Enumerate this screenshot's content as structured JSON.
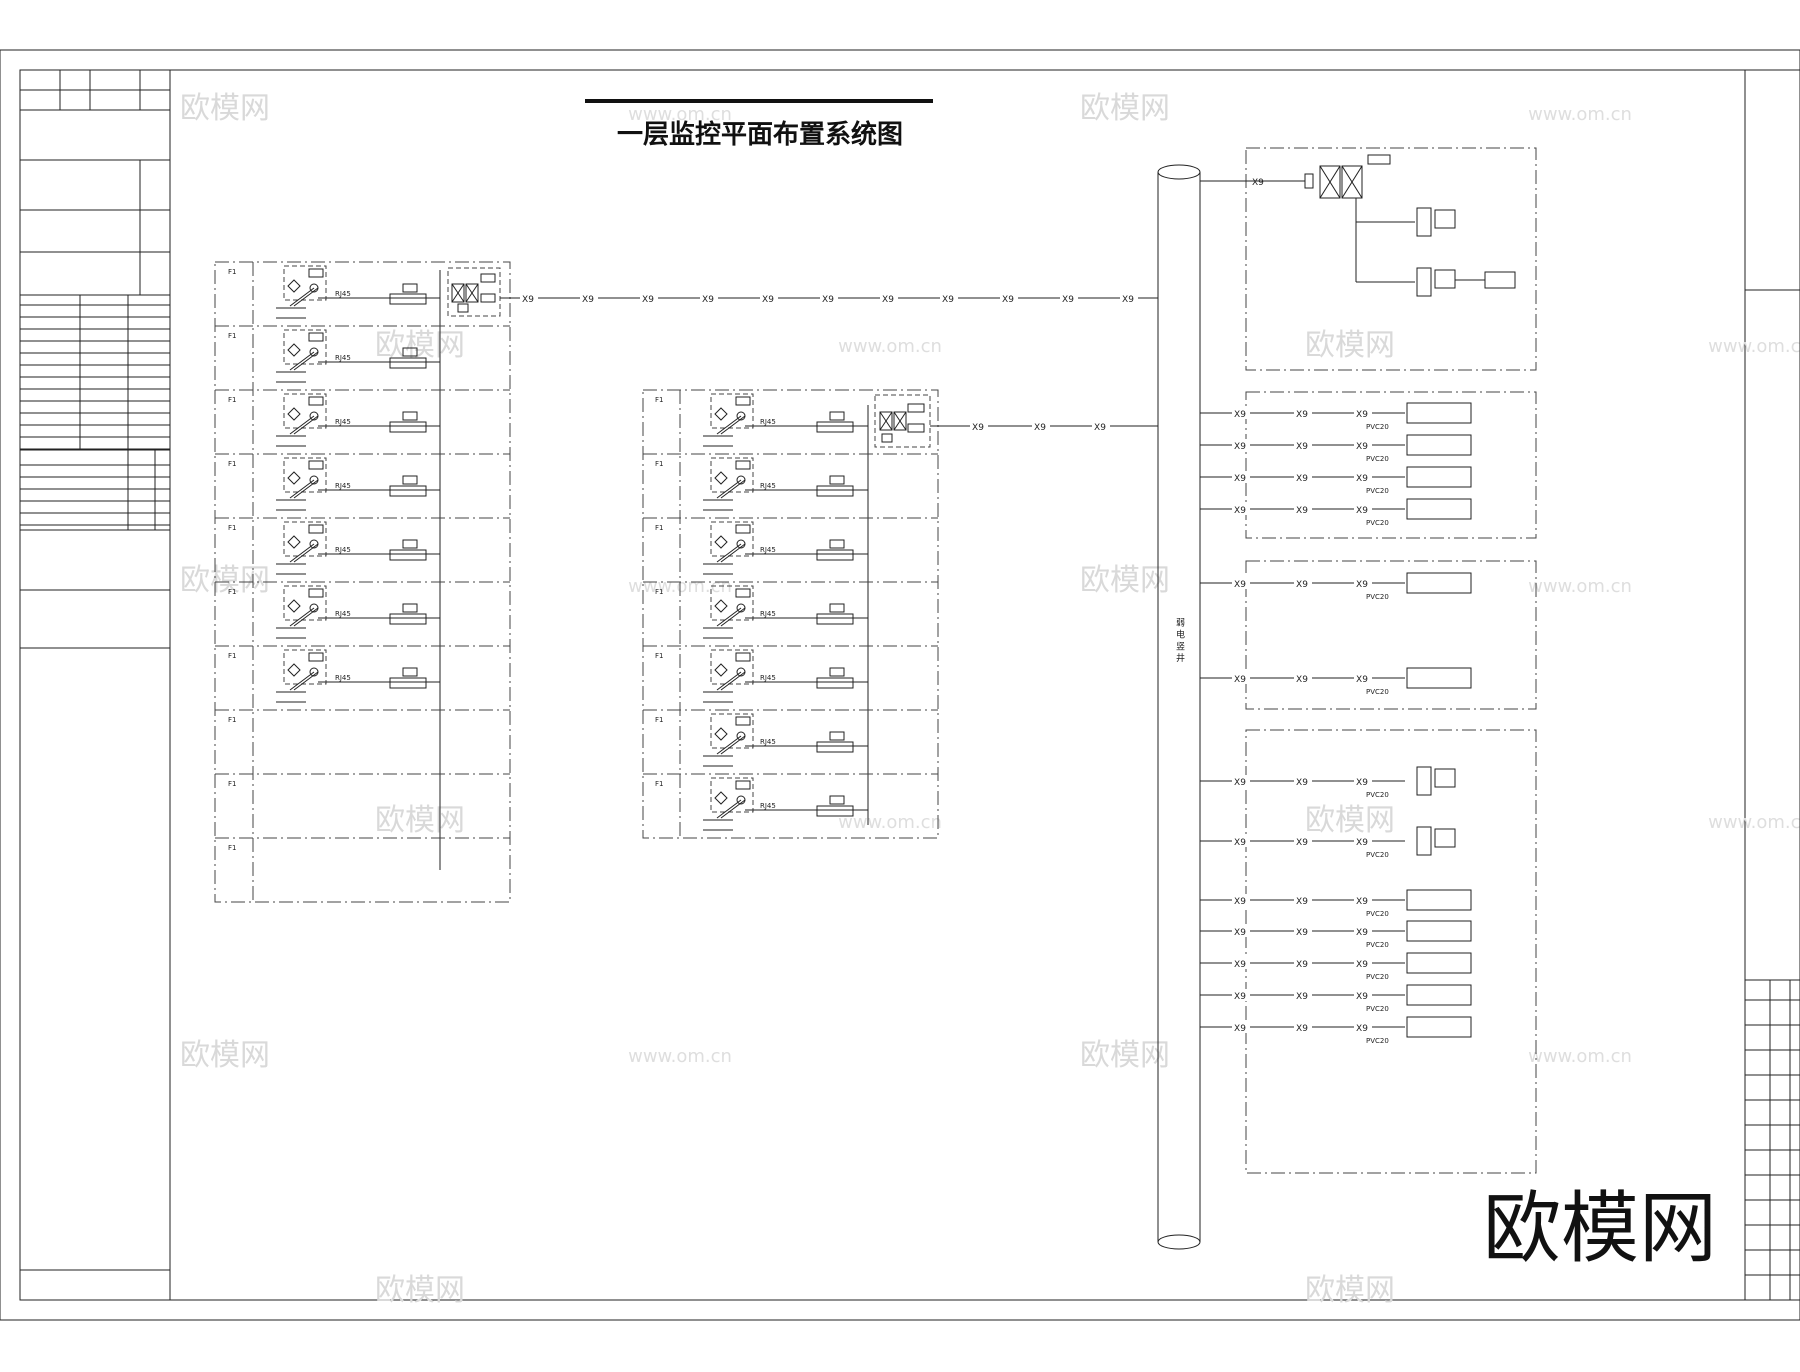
{
  "drawing": {
    "title": "一层监控平面布置系统图",
    "logo": "欧模网",
    "watermark_text": "欧模网",
    "watermark_url": "www.om.cn",
    "riser_label": "弱 电 竖 井",
    "cable_label": "X9",
    "outlet_label": "RJ45",
    "pvc_label": "PVC20",
    "panel_label": "F1"
  },
  "left_group": {
    "floor_rows": 10,
    "device_rows": 7
  },
  "middle_group": {
    "device_rows": 7
  },
  "right_group": {
    "boxes": [
      {
        "rows": 3
      },
      {
        "rows": 4
      },
      {
        "rows": 2
      },
      {
        "rows": 7
      }
    ]
  },
  "colors": {
    "line": "#222222",
    "watermark": "#d9d9d9"
  }
}
